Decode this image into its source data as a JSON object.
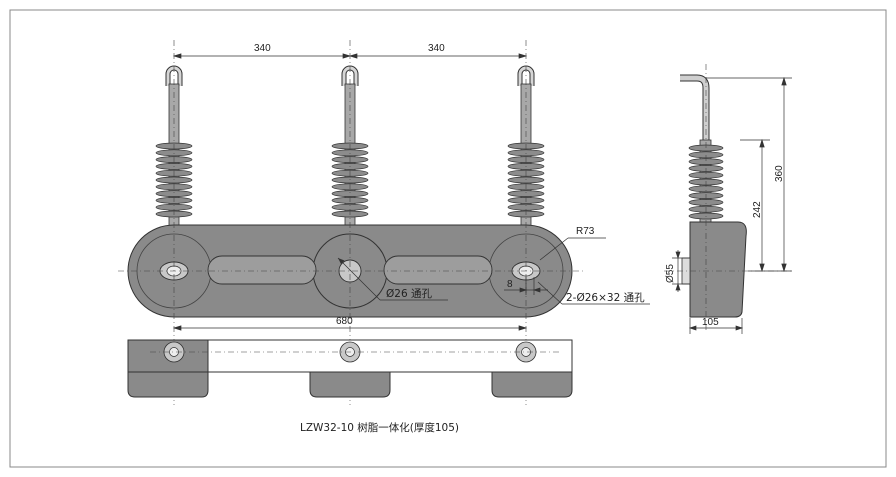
{
  "dimensions": {
    "spacing_left": "340",
    "spacing_right": "340",
    "overall_width": "680",
    "radius": "R73",
    "hole_center": "Ø26 通孔",
    "offset": "8",
    "slot_holes": "2-Ø26×32  通孔",
    "height_total": "360",
    "height_insulator": "242",
    "base_diameter": "Ø55",
    "thickness": "105"
  },
  "caption": "LZW32-10 树脂一体化(厚度105)"
}
